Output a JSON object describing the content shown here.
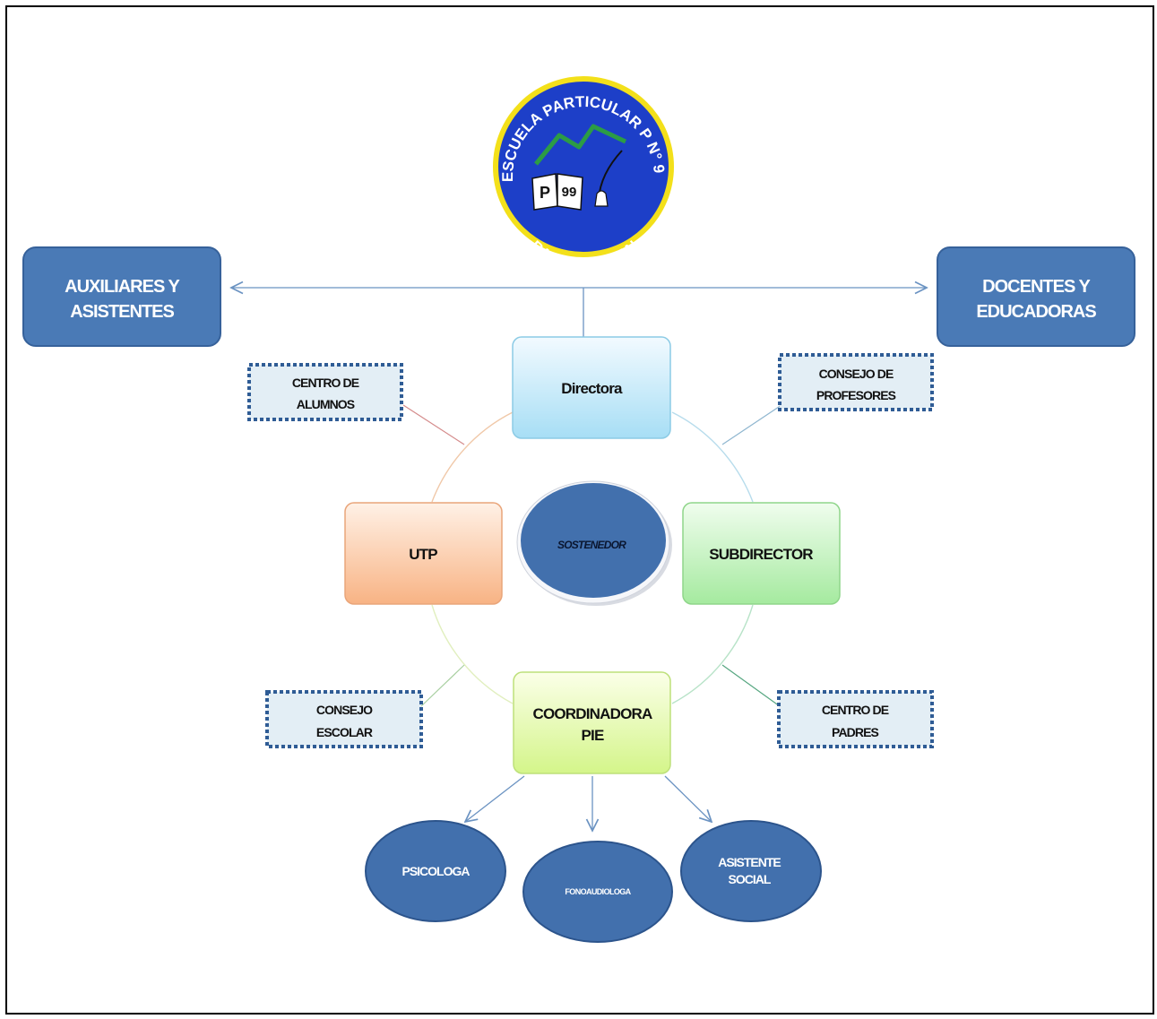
{
  "logo": {
    "top_text": "ESCUELA PARTICULAR P N° 99",
    "bottom_text": "BAJO POCOYAN",
    "book_left": "P",
    "book_right": "99"
  },
  "nodes": {
    "auxiliares": [
      "AUXILIARES Y",
      "ASISTENTES"
    ],
    "docentes": [
      "DOCENTES Y",
      "EDUCADORAS"
    ],
    "directora": "Directora",
    "utp": "UTP",
    "subdirector": "SUBDIRECTOR",
    "sostenedor": "SOSTENEDOR",
    "coordinadora": [
      "COORDINADORA",
      "PIE"
    ],
    "centro_alumnos": [
      "CENTRO DE",
      "ALUMNOS"
    ],
    "consejo_profesores": [
      "CONSEJO DE",
      "PROFESORES"
    ],
    "consejo_escolar": [
      "CONSEJO",
      "ESCOLAR"
    ],
    "centro_padres": [
      "CENTRO DE",
      "PADRES"
    ],
    "psicologa": "PSICOLOGA",
    "fonoaudiologa": "FONOAUDIOLOGA",
    "asistente_social": [
      "ASISTENTE",
      "SOCIAL"
    ]
  },
  "colors": {
    "header_blue": "#4a7ab6",
    "oval_blue": "#4270ad",
    "dashed_border": "#2f5c95",
    "logo_blue": "#1d3fc8",
    "logo_yellow": "#f3e01a",
    "logo_green": "#2c9c45"
  }
}
